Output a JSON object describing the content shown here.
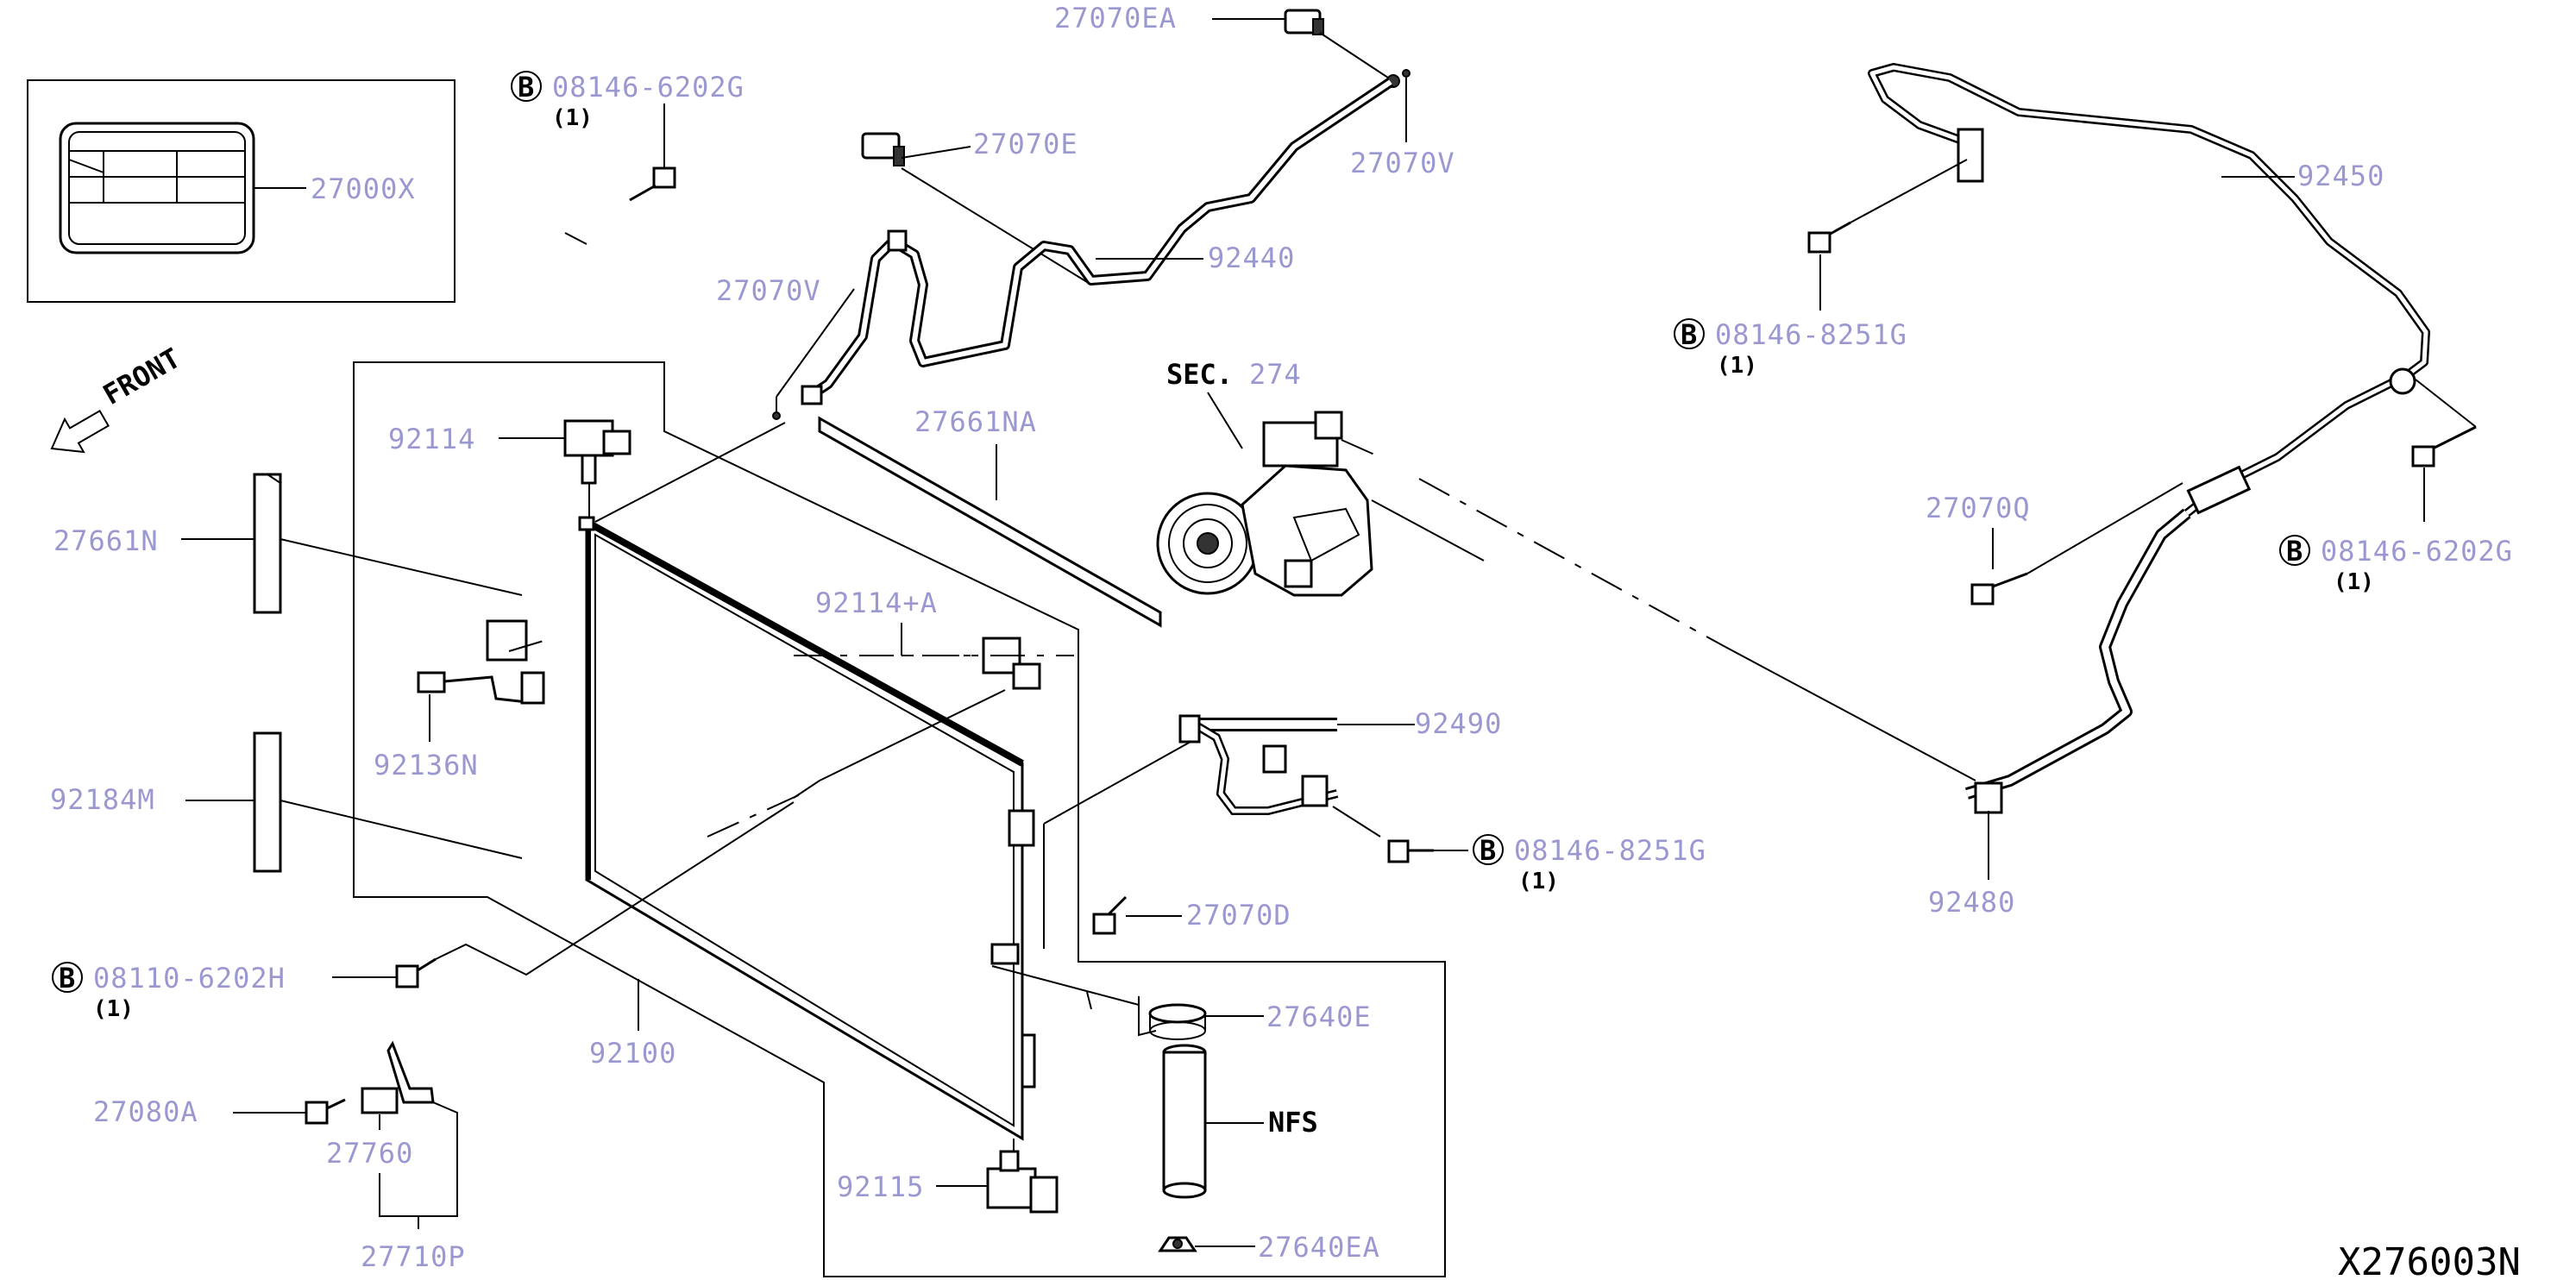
{
  "diagram_id": "X276003N",
  "front_label": "FRONT",
  "sec_label": {
    "prefix": "SEC.",
    "num": "274"
  },
  "nfs_label": "NFS",
  "bolt_marker": "B",
  "parts": {
    "p27000X": "27000X",
    "p27070EA": "27070EA",
    "p27070E": "27070E",
    "p27070V_top": "27070V",
    "p27070V_mid": "27070V",
    "p92440": "92440",
    "p92450": "92450",
    "p92114": "92114",
    "p27661NA": "27661NA",
    "p27661N": "27661N",
    "p92114A": "92114+A",
    "p92136N": "92136N",
    "p92184M": "92184M",
    "p92490": "92490",
    "p27070Q": "27070Q",
    "p92480": "92480",
    "p27070D": "27070D",
    "p27640E": "27640E",
    "p92100": "92100",
    "p27080A": "27080A",
    "p27760": "27760",
    "p27710P": "27710P",
    "p92115": "92115",
    "p27640EA": "27640EA"
  },
  "bolts": {
    "b1": {
      "num": "08146-6202G",
      "qty": "(1)"
    },
    "b2": {
      "num": "08146-8251G",
      "qty": "(1)"
    },
    "b3": {
      "num": "08146-6202G",
      "qty": "(1)"
    },
    "b4": {
      "num": "08146-8251G",
      "qty": "(1)"
    },
    "b5": {
      "num": "08110-6202H",
      "qty": "(1)"
    }
  }
}
